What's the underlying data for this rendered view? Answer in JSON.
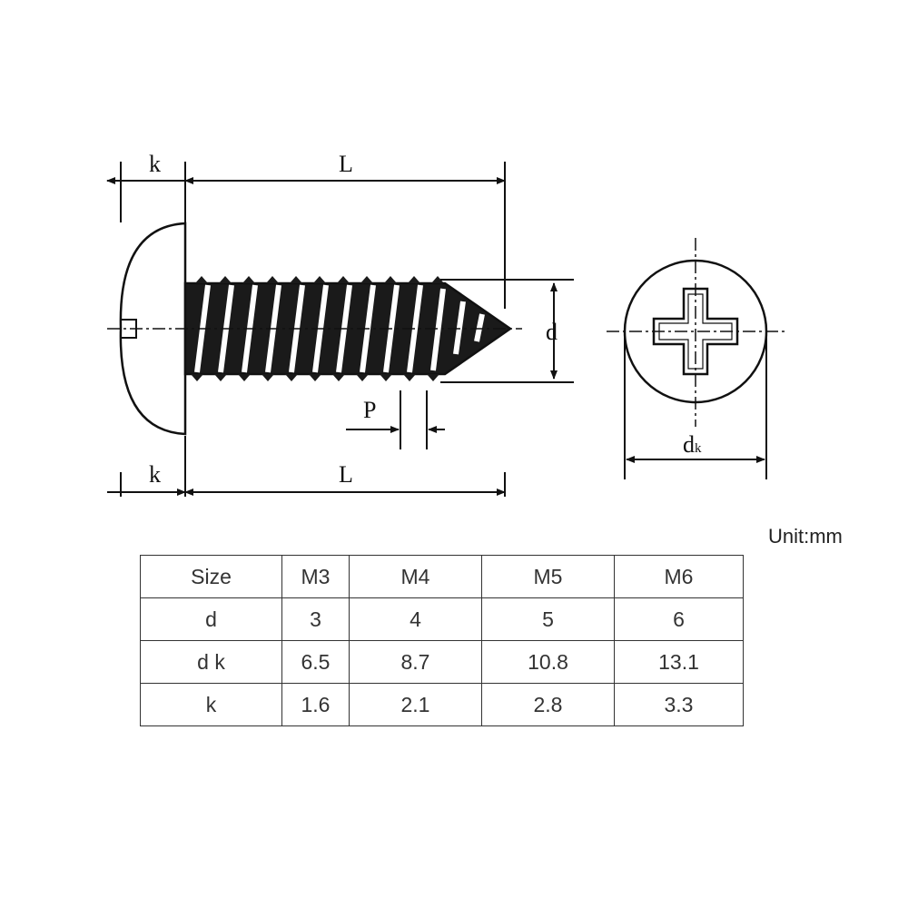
{
  "diagram": {
    "labels": {
      "k_top": "k",
      "L_top": "L",
      "d": "d",
      "P": "P",
      "k_bottom": "k",
      "L_bottom": "L",
      "dk_main": "d",
      "dk_sub": "k"
    }
  },
  "unit": "Unit:mm",
  "table": {
    "header": [
      "Size",
      "M3",
      "M4",
      "M5",
      "M6"
    ],
    "rows": [
      [
        "d",
        "3",
        "4",
        "5",
        "6"
      ],
      [
        "d k",
        "6.5",
        "8.7",
        "10.8",
        "13.1"
      ],
      [
        "k",
        "1.6",
        "2.1",
        "2.8",
        "3.3"
      ]
    ]
  }
}
